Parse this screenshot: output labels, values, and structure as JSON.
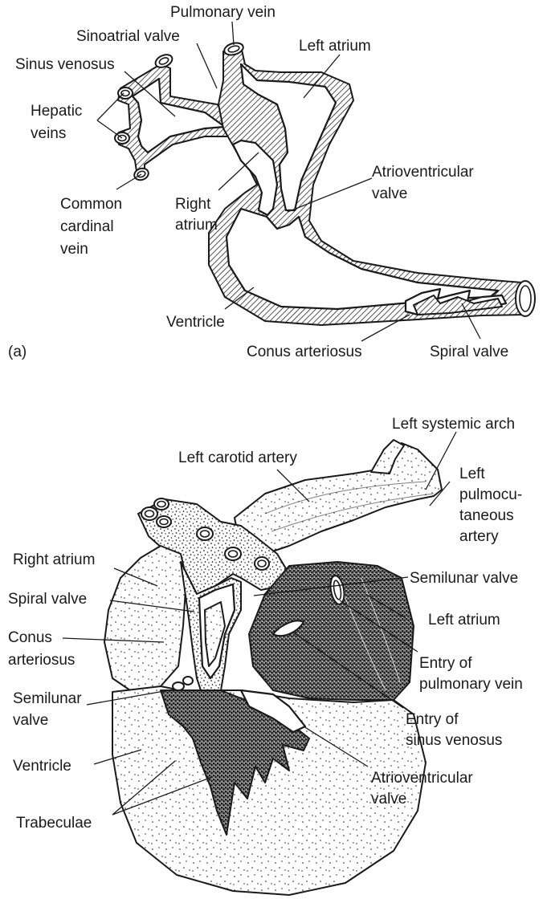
{
  "panel_a": {
    "panel_label": "(a)",
    "labels": {
      "pulmonary_vein": "Pulmonary vein",
      "sinoatrial_valve": "Sinoatrial valve",
      "left_atrium": "Left atrium",
      "sinus_venosus": "Sinus venosus",
      "hepatic_veins_1": "Hepatic",
      "hepatic_veins_2": "veins",
      "common_cardinal_1": "Common",
      "common_cardinal_2": "cardinal",
      "common_cardinal_3": "vein",
      "right_atrium_1": "Right",
      "right_atrium_2": "atrium",
      "av_valve_1": "Atrioventricular",
      "av_valve_2": "valve",
      "ventricle": "Ventricle",
      "conus_arteriosus": "Conus arteriosus",
      "spiral_valve": "Spiral valve"
    }
  },
  "panel_b": {
    "labels": {
      "left_systemic_arch": "Left systemic arch",
      "left_carotid_artery": "Left carotid artery",
      "left_pulmo_1": "Left",
      "left_pulmo_2": "pulmocu-",
      "left_pulmo_3": "taneous",
      "left_pulmo_4": "artery",
      "right_atrium": "Right atrium",
      "semilunar_valve_r": "Semilunar valve",
      "spiral_valve": "Spiral valve",
      "left_atrium": "Left atrium",
      "conus_1": "Conus",
      "conus_2": "arteriosus",
      "entry_pulm_1": "Entry of",
      "entry_pulm_2": "pulmonary vein",
      "semilunar_l_1": "Semilunar",
      "semilunar_l_2": "valve",
      "entry_sinus_1": "Entry of",
      "entry_sinus_2": "sinus venosus",
      "ventricle": "Ventricle",
      "av_valve_1": "Atrioventricular",
      "av_valve_2": "valve",
      "trabeculae": "Trabeculae"
    }
  }
}
